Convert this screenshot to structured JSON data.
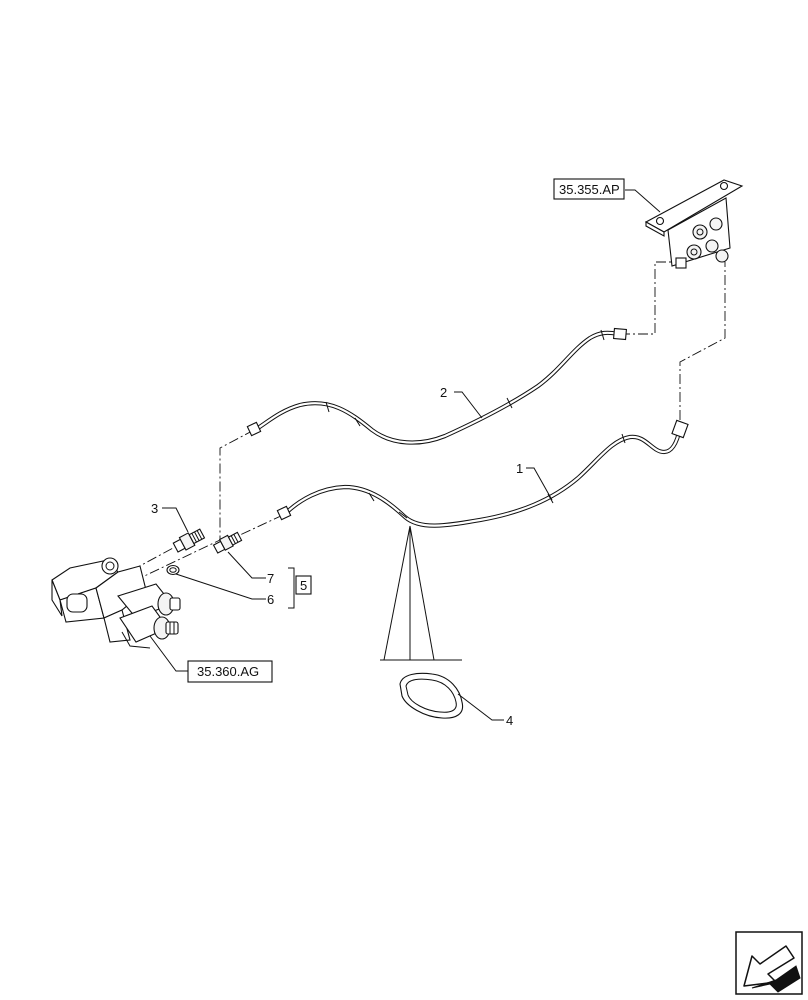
{
  "callouts": {
    "c1": "1",
    "c2": "2",
    "c3": "3",
    "c4": "4",
    "c5": "5",
    "c6": "6",
    "c7": "7"
  },
  "references": {
    "top_right": "35.355.AP",
    "bottom_left": "35.360.AG"
  },
  "nav_icon": "next-page-arrow-icon"
}
